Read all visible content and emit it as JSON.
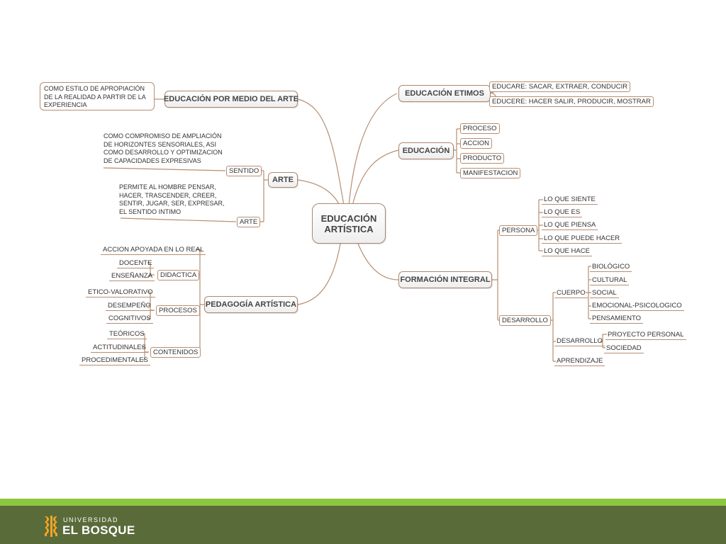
{
  "diagram": {
    "center": "EDUCACIÓN ARTÍSTICA",
    "etimos": {
      "label": "EDUCACIÓN ETIMOS",
      "items": [
        "EDUCARE: SACAR, EXTRAER, CONDUCIR",
        "EDUCERE: HACER SALIR, PRODUCIR, MOSTRAR"
      ]
    },
    "educacion": {
      "label": "EDUCACIÓN",
      "items": [
        "PROCESO",
        "ACCION",
        "PRODUCTO",
        "MANIFESTACION"
      ]
    },
    "formacion": {
      "label": "FORMACIÓN INTEGRAL",
      "persona": {
        "label": "PERSONA",
        "items": [
          "LO QUE SIENTE",
          "LO QUE ES",
          "LO QUE PIENSA",
          "LO QUE PUEDE HACER",
          "LO QUE HACE"
        ]
      },
      "desarrollo": {
        "label": "DESARROLLO",
        "cuerpo": {
          "label": "CUERPO",
          "items": [
            "BIOLÓGICO",
            "CULTURAL",
            "SOCIAL",
            "EMOCIONAL-PSICOLOGICO",
            "PENSAMIENTO"
          ]
        },
        "desarrollo2": {
          "label": "DESARROLLO",
          "items": [
            "PROYECTO PERSONAL",
            "SOCIEDAD"
          ]
        },
        "aprendizaje": "APRENDIZAJE"
      }
    },
    "medio_arte": {
      "label": "EDUCACIÓN POR MEDIO DEL ARTE",
      "note": "COMO ESTILO DE APROPIACIÓN DE LA REALIDAD A PARTIR DE LA EXPERIENCIA"
    },
    "arte": {
      "label": "ARTE",
      "sentido": {
        "label": "SENTIDO",
        "note": "COMO COMPROMISO DE AMPLIACIÓN DE HORIZONTES SENSORIALES, ASI COMO DESARROLLO Y OPTIMIZACION DE CAPACIDADES EXPRESIVAS"
      },
      "arte_sub": {
        "label": "ARTE",
        "note": "PERMITE AL HOMBRE PENSAR, HACER, TRASCENDER, CREER, SENTIR, JUGAR, SER, EXPRESAR, EL SENTIDO INTIMO"
      }
    },
    "pedagogia": {
      "label": "PEDAGOGÍA ARTÍSTICA",
      "accion": "ACCION APOYADA EN LO REAL",
      "didactica": {
        "label": "DIDACTICA",
        "items": [
          "DOCENTE",
          "ENSEÑANZA"
        ]
      },
      "procesos": {
        "label": "PROCESOS",
        "items": [
          "ETICO-VALORATIVO",
          "DESEMPEÑO",
          "COGNITIVOS"
        ]
      },
      "contenidos": {
        "label": "CONTENIDOS",
        "items": [
          "TEÓRICOS",
          "ACTITUDINALES",
          "PROCEDIMENTALES"
        ]
      }
    }
  },
  "footer": {
    "univ": "UNIVERSIDAD",
    "name": "EL BOSQUE",
    "colors": {
      "light_band": "#8cc63f",
      "dark_band": "#5a6b3a"
    }
  }
}
